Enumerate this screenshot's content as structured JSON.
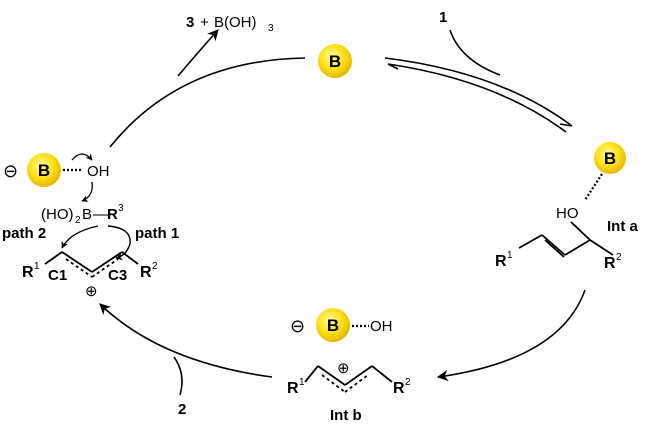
{
  "catalyst_label": "B",
  "products": {
    "compound": "3",
    "plus": "+",
    "byproduct": "B(OH)",
    "byproduct_sub": "3"
  },
  "reactant_top": "1",
  "reactant_bottom": "2",
  "int_a": {
    "label": "Int a",
    "ho": "HO",
    "r1": "R",
    "r1_sup": "1",
    "r2": "R",
    "r2_sup": "2"
  },
  "int_b": {
    "label": "Int b",
    "anion": "⊖",
    "oh": "OH",
    "cation": "⊕",
    "r1": "R",
    "r1_sup": "1",
    "r2": "R",
    "r2_sup": "2"
  },
  "left_complex": {
    "anion": "⊖",
    "oh": "OH",
    "boronic": "(HO)",
    "boronic_sub": "2",
    "boronic_b": "B",
    "dash": "—",
    "r3": "R",
    "r3_sup": "3",
    "path2": "path 2",
    "path1": "path 1",
    "r1": "R",
    "r1_sup": "1",
    "c1": "C1",
    "c3": "C3",
    "r2": "R",
    "r2_sup": "2",
    "cation": "⊕"
  },
  "colors": {
    "ball_center": "#fff9a8",
    "ball_mid": "#ffe21a",
    "ball_edge": "#e4b800",
    "ink": "#000000"
  }
}
